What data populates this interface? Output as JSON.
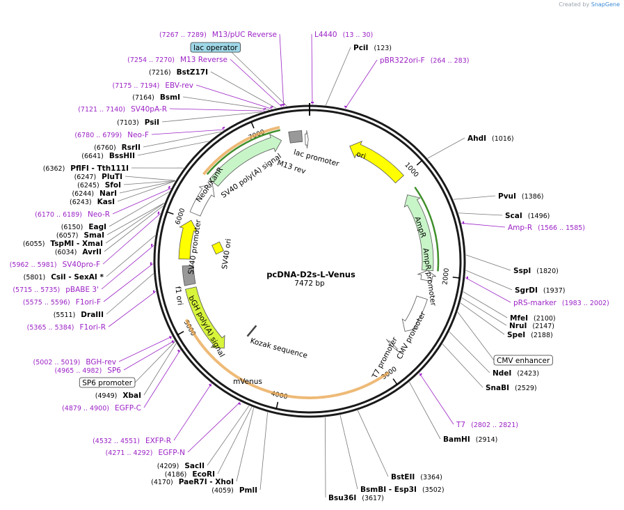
{
  "credit": {
    "prefix": "Created by",
    "brand": "SnapGene"
  },
  "plasmid": {
    "name": "pcDNA-D2s-L-Venus",
    "size_label": "7472 bp",
    "length": 7472
  },
  "colors": {
    "primer": "#9b22c5",
    "enzyme": "#000000",
    "backbone": "#1a1a1a",
    "ori": "#ffff00",
    "resistance": "#c8f5c8",
    "venus": "#d8f53c",
    "promoter": "#ffffff",
    "terminator": "#999999",
    "kozak": "#444444"
  },
  "ticks": [
    {
      "pos": 1000,
      "label": "1000"
    },
    {
      "pos": 2000,
      "label": "2000"
    },
    {
      "pos": 3000,
      "label": "3000"
    },
    {
      "pos": 4000,
      "label": "4000"
    },
    {
      "pos": 5000,
      "label": "5000"
    },
    {
      "pos": 6000,
      "label": "6000"
    },
    {
      "pos": 7000,
      "label": "7000"
    }
  ],
  "features": [
    {
      "name": "ori",
      "label": "ori",
      "start": 400,
      "end": 990,
      "dir": "ccw",
      "color": "#ffff00"
    },
    {
      "name": "AmpR",
      "label": "AmpR",
      "start": 1160,
      "end": 1960,
      "dir": "ccw",
      "color": "#c8f5c8"
    },
    {
      "name": "AmpR-promoter",
      "label": "AmpR promoter",
      "start": 1960,
      "end": 2060,
      "dir": "ccw",
      "color": "#ffffff"
    },
    {
      "name": "CMV-promoter",
      "label": "CMV promoter",
      "start": 2240,
      "end": 2620,
      "dir": "cw",
      "color": "#ffffff"
    },
    {
      "name": "T7-promoter",
      "label": "T7 promoter",
      "start": 2800,
      "end": 2820,
      "dir": "cw",
      "color": "#ffffff"
    },
    {
      "name": "mVenus",
      "label": "mVenus",
      "start": 4660,
      "end": 5340,
      "dir": "ccw",
      "color": "#d8f53c"
    },
    {
      "name": "bGH-polyA",
      "label": "bGH poly(A) signal",
      "start": 5375,
      "end": 5560,
      "dir": "none",
      "color": "#999999"
    },
    {
      "name": "f1-ori",
      "label": "f1 ori",
      "start": 5625,
      "end": 6000,
      "dir": "cw",
      "color": "#ffff00"
    },
    {
      "name": "SV40-promoter",
      "label": "SV40 promoter",
      "start": 6070,
      "end": 6400,
      "dir": "cw",
      "color": "#ffffff"
    },
    {
      "name": "NeoR-KanR",
      "label": "NeoR/KanR",
      "start": 6420,
      "end": 7200,
      "dir": "cw",
      "color": "#c8f5c8"
    },
    {
      "name": "SV40-polyA",
      "label": "SV40 poly(A) signal",
      "start": 7280,
      "end": 7400,
      "dir": "none",
      "color": "#999999"
    },
    {
      "name": "lac-promoter",
      "label": "lac promoter",
      "start": 7430,
      "end": 7460,
      "dir": "cw",
      "color": "#ffffff"
    }
  ],
  "inner_labels": [
    {
      "text": "SV40 ori"
    },
    {
      "text": "Kozak sequence"
    },
    {
      "text": "M13 rev"
    }
  ],
  "left_labels": [
    {
      "pos": 7275,
      "label": "M13/pUC Reverse",
      "range": "(7267 .. 7289)",
      "kind": "primer"
    },
    {
      "pos": 7262,
      "label": "M13 Reverse",
      "range": "(7254 .. 7270)",
      "kind": "primer"
    },
    {
      "pos": 7216,
      "label": "BstZ17I",
      "range": "(7216)",
      "kind": "enzyme"
    },
    {
      "pos": 7185,
      "label": "EBV-rev",
      "range": "(7175 .. 7194)",
      "kind": "primer"
    },
    {
      "pos": 7164,
      "label": "BsmI",
      "range": "(7164)",
      "kind": "enzyme"
    },
    {
      "pos": 7130,
      "label": "SV40pA-R",
      "range": "(7121 .. 7140)",
      "kind": "primer"
    },
    {
      "pos": 7103,
      "label": "PsiI",
      "range": "(7103)",
      "kind": "enzyme"
    },
    {
      "pos": 6790,
      "label": "Neo-F",
      "range": "(6780 .. 6799)",
      "kind": "primer"
    },
    {
      "pos": 6760,
      "label": "RsrII",
      "range": "(6760)",
      "kind": "enzyme"
    },
    {
      "pos": 6641,
      "label": "BssHII",
      "range": "(6641)",
      "kind": "enzyme"
    },
    {
      "pos": 6362,
      "label": "PflFI - Tth111I",
      "range": "(6362)",
      "kind": "enzyme"
    },
    {
      "pos": 6247,
      "label": "PluTI",
      "range": "(6247)",
      "kind": "enzyme"
    },
    {
      "pos": 6245,
      "label": "SfoI",
      "range": "(6245)",
      "kind": "enzyme"
    },
    {
      "pos": 6244,
      "label": "NarI",
      "range": "(6244)",
      "kind": "enzyme"
    },
    {
      "pos": 6243,
      "label": "KasI",
      "range": "(6243)",
      "kind": "enzyme"
    },
    {
      "pos": 6180,
      "label": "Neo-R",
      "range": "(6170 .. 6189)",
      "kind": "primer"
    },
    {
      "pos": 6150,
      "label": "EagI",
      "range": "(6150)",
      "kind": "enzyme"
    },
    {
      "pos": 6057,
      "label": "SmaI",
      "range": "(6057)",
      "kind": "enzyme"
    },
    {
      "pos": 6055,
      "label": "TspMI - XmaI",
      "range": "(6055)",
      "kind": "enzyme"
    },
    {
      "pos": 6034,
      "label": "AvrII",
      "range": "(6034)",
      "kind": "enzyme"
    },
    {
      "pos": 5972,
      "label": "SV40pro-F",
      "range": "(5962 .. 5981)",
      "kind": "primer"
    },
    {
      "pos": 5801,
      "label": "CsiI - SexAI *",
      "range": "(5801)",
      "kind": "enzyme"
    },
    {
      "pos": 5725,
      "label": "pBABE 3'",
      "range": "(5715 .. 5735)",
      "kind": "primer"
    },
    {
      "pos": 5586,
      "label": "F1ori-F",
      "range": "(5575 .. 5596)",
      "kind": "primer"
    },
    {
      "pos": 5511,
      "label": "DraIII",
      "range": "(5511)",
      "kind": "enzyme"
    },
    {
      "pos": 5375,
      "label": "F1ori-R",
      "range": "(5365 .. 5384)",
      "kind": "primer"
    },
    {
      "pos": 5010,
      "label": "BGH-rev",
      "range": "(5002 .. 5019)",
      "kind": "primer"
    },
    {
      "pos": 4973,
      "label": "SP6",
      "range": "(4965 .. 4982)",
      "kind": "primer"
    },
    {
      "pos": 4965,
      "label": "SP6 promoter",
      "range": "",
      "kind": "boxed"
    },
    {
      "pos": 4949,
      "label": "XbaI",
      "range": "(4949)",
      "kind": "enzyme"
    },
    {
      "pos": 4890,
      "label": "EGFP-C",
      "range": "(4879 .. 4900)",
      "kind": "primer"
    },
    {
      "pos": 4541,
      "label": "EXFP-R",
      "range": "(4532 .. 4551)",
      "kind": "primer"
    },
    {
      "pos": 4281,
      "label": "EGFP-N",
      "range": "(4271 .. 4292)",
      "kind": "primer"
    },
    {
      "pos": 4209,
      "label": "SacII",
      "range": "(4209)",
      "kind": "enzyme"
    },
    {
      "pos": 4186,
      "label": "EcoRI",
      "range": "(4186)",
      "kind": "enzyme"
    },
    {
      "pos": 4170,
      "label": "PaeR7I - XhoI",
      "range": "(4170)",
      "kind": "enzyme"
    },
    {
      "pos": 4059,
      "label": "PmlI",
      "range": "(4059)",
      "kind": "enzyme"
    }
  ],
  "right_labels": [
    {
      "pos": 21,
      "label": "L4440",
      "range": "(13 .. 30)",
      "kind": "primer"
    },
    {
      "pos": 123,
      "label": "PciI",
      "range": "(123)",
      "kind": "enzyme"
    },
    {
      "pos": 273,
      "label": "pBR322ori-F",
      "range": "(264 .. 283)",
      "kind": "primer"
    },
    {
      "pos": 1016,
      "label": "AhdI",
      "range": "(1016)",
      "kind": "enzyme"
    },
    {
      "pos": 1386,
      "label": "PvuI",
      "range": "(1386)",
      "kind": "enzyme"
    },
    {
      "pos": 1496,
      "label": "ScaI",
      "range": "(1496)",
      "kind": "enzyme"
    },
    {
      "pos": 1576,
      "label": "Amp-R",
      "range": "(1566 .. 1585)",
      "kind": "primer"
    },
    {
      "pos": 1820,
      "label": "SspI",
      "range": "(1820)",
      "kind": "enzyme"
    },
    {
      "pos": 1937,
      "label": "SgrDI",
      "range": "(1937)",
      "kind": "enzyme"
    },
    {
      "pos": 1992,
      "label": "pRS-marker",
      "range": "(1983 .. 2002)",
      "kind": "primer"
    },
    {
      "pos": 2100,
      "label": "MfeI",
      "range": "(2100)",
      "kind": "enzyme"
    },
    {
      "pos": 2147,
      "label": "NruI",
      "range": "(2147)",
      "kind": "enzyme"
    },
    {
      "pos": 2188,
      "label": "SpeI",
      "range": "(2188)",
      "kind": "enzyme"
    },
    {
      "pos": 2260,
      "label": "CMV enhancer",
      "range": "",
      "kind": "boxed"
    },
    {
      "pos": 2423,
      "label": "NdeI",
      "range": "(2423)",
      "kind": "enzyme"
    },
    {
      "pos": 2529,
      "label": "SnaBI",
      "range": "(2529)",
      "kind": "enzyme"
    },
    {
      "pos": 2812,
      "label": "T7",
      "range": "(2802 .. 2821)",
      "kind": "primer"
    },
    {
      "pos": 2914,
      "label": "BamHI",
      "range": "(2914)",
      "kind": "enzyme"
    },
    {
      "pos": 3364,
      "label": "BstEII",
      "range": "(3364)",
      "kind": "enzyme"
    },
    {
      "pos": 3502,
      "label": "BsmBI - Esp3I",
      "range": "(3502)",
      "kind": "enzyme"
    },
    {
      "pos": 3617,
      "label": "Bsu36I",
      "range": "(3617)",
      "kind": "enzyme"
    }
  ],
  "top_boxed": [
    {
      "pos": 7300,
      "label": "lac operator",
      "kind": "boxed-blue"
    }
  ]
}
